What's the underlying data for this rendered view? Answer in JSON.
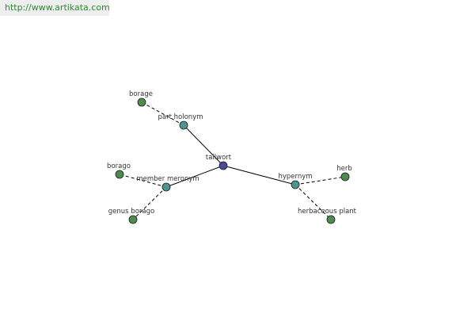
{
  "header": {
    "url": "http://www.artikata.com"
  },
  "colors": {
    "url_text": "#2e8b2e",
    "url_bar": "#eeeeee",
    "edge": "#000000",
    "center_node": "#4a4a9a",
    "relation_node": "#4f9494",
    "leaf_node": "#4f8a4f",
    "node_stroke": "#1a1a1a"
  },
  "graph": {
    "nodes": [
      {
        "id": "tailwort",
        "label": "tailwort",
        "kind": "center"
      },
      {
        "id": "part-holonym",
        "label": "part holonym",
        "kind": "relation"
      },
      {
        "id": "member-meronym",
        "label": "member meronym",
        "kind": "relation"
      },
      {
        "id": "hypernym",
        "label": "hypernym",
        "kind": "relation"
      },
      {
        "id": "borage",
        "label": "borage",
        "kind": "leaf"
      },
      {
        "id": "borago",
        "label": "borago",
        "kind": "leaf"
      },
      {
        "id": "genus-borago",
        "label": "genus borago",
        "kind": "leaf"
      },
      {
        "id": "herb",
        "label": "herb",
        "kind": "leaf"
      },
      {
        "id": "herbaceous-plant",
        "label": "herbaceous plant",
        "kind": "leaf"
      }
    ],
    "edges": [
      {
        "from": "tailwort",
        "to": "part-holonym",
        "style": "solid"
      },
      {
        "from": "tailwort",
        "to": "member-meronym",
        "style": "solid"
      },
      {
        "from": "tailwort",
        "to": "hypernym",
        "style": "solid"
      },
      {
        "from": "part-holonym",
        "to": "borage",
        "style": "dashed"
      },
      {
        "from": "member-meronym",
        "to": "borago",
        "style": "dashed"
      },
      {
        "from": "member-meronym",
        "to": "genus-borago",
        "style": "dashed"
      },
      {
        "from": "hypernym",
        "to": "herb",
        "style": "dashed"
      },
      {
        "from": "hypernym",
        "to": "herbaceous-plant",
        "style": "dashed"
      }
    ]
  }
}
